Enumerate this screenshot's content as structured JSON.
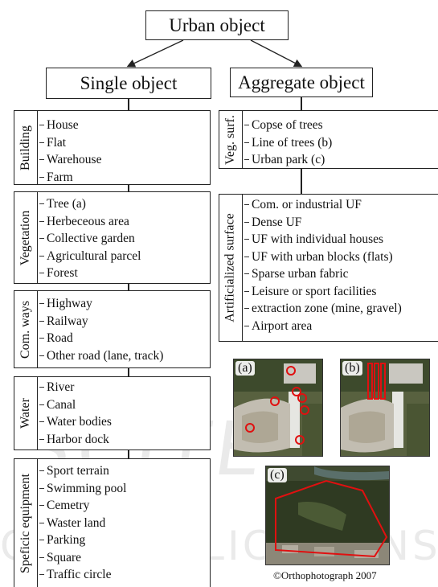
{
  "root": {
    "label": "Urban object"
  },
  "single": {
    "title": "Single object",
    "categories": [
      {
        "label": "Building",
        "items": [
          "House",
          "Flat",
          "Warehouse",
          "Farm"
        ]
      },
      {
        "label": "Vegetation",
        "items": [
          "Tree (a)",
          "Herbeceous area",
          "Collective garden",
          "Agricultural parcel",
          "Forest"
        ]
      },
      {
        "label": "Com. ways",
        "items": [
          "Highway",
          "Railway",
          "Road",
          "Other road (lane, track)"
        ]
      },
      {
        "label": "Water",
        "items": [
          "River",
          "Canal",
          "Water bodies",
          "Harbor dock"
        ]
      },
      {
        "label": "Speficic equipment",
        "items": [
          "Sport terrain",
          "Swimming pool",
          "Cemetry",
          "Waster land",
          "Parking",
          "Square",
          "Traffic circle"
        ]
      }
    ]
  },
  "aggregate": {
    "title": "Aggregate object",
    "categories": [
      {
        "label": "Veg. surf.",
        "items": [
          "Copse of trees",
          "Line of trees (b)",
          "Urban park (c)"
        ]
      },
      {
        "label": "Artificialized surface",
        "items": [
          "Com. or industrial UF",
          "Dense UF",
          "UF with individual houses",
          "UF with urban blocks (flats)",
          "Sparse urban fabric",
          "Leisure or sport facilities",
          "extraction zone (mine, gravel)",
          "Airport area"
        ]
      }
    ]
  },
  "photos": {
    "a": "(a)",
    "b": "(b)",
    "c": "(c)",
    "credit": "©Orthophotograph 2007"
  },
  "colors": {
    "line": "#222222",
    "highlight": "#e01010",
    "vegetation_dark": "#2f3a22",
    "pavement": "#b8b2a6"
  }
}
